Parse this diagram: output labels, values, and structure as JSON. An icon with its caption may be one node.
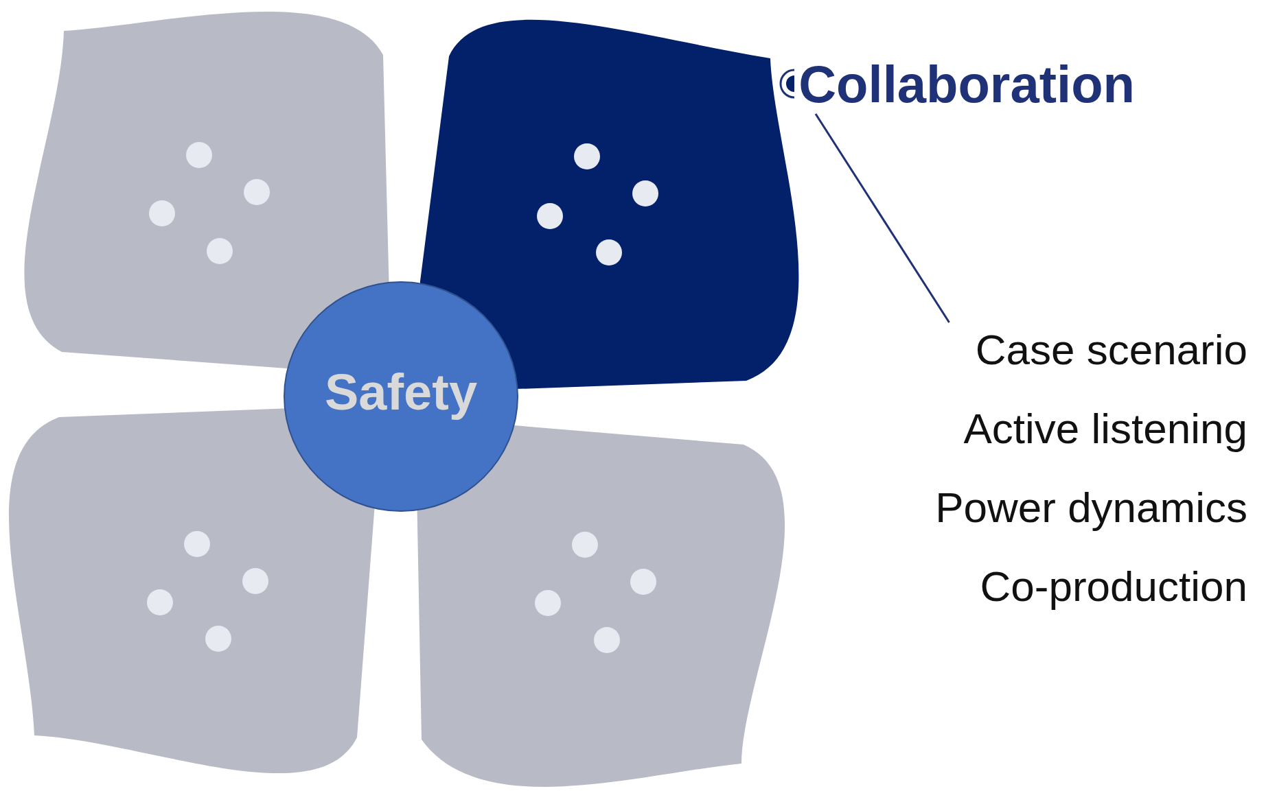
{
  "diagram": {
    "nodes": [
      {
        "text": [],
        "shape": "petal"
      },
      {
        "text": [],
        "shape": "petal"
      },
      {
        "text": [],
        "shape": "petal"
      },
      {
        "text": [],
        "shape": "petal"
      },
      {
        "text": [
          "Safety"
        ]
      },
      {
        "text": [
          "Collaboration"
        ]
      },
      {
        "text": [
          "Case scenario",
          "Active listening",
          "Power dynamics",
          "Co-production"
        ]
      }
    ],
    "edges": [
      {
        "from": 5,
        "to": 6,
        "arrow": "none"
      }
    ]
  }
}
